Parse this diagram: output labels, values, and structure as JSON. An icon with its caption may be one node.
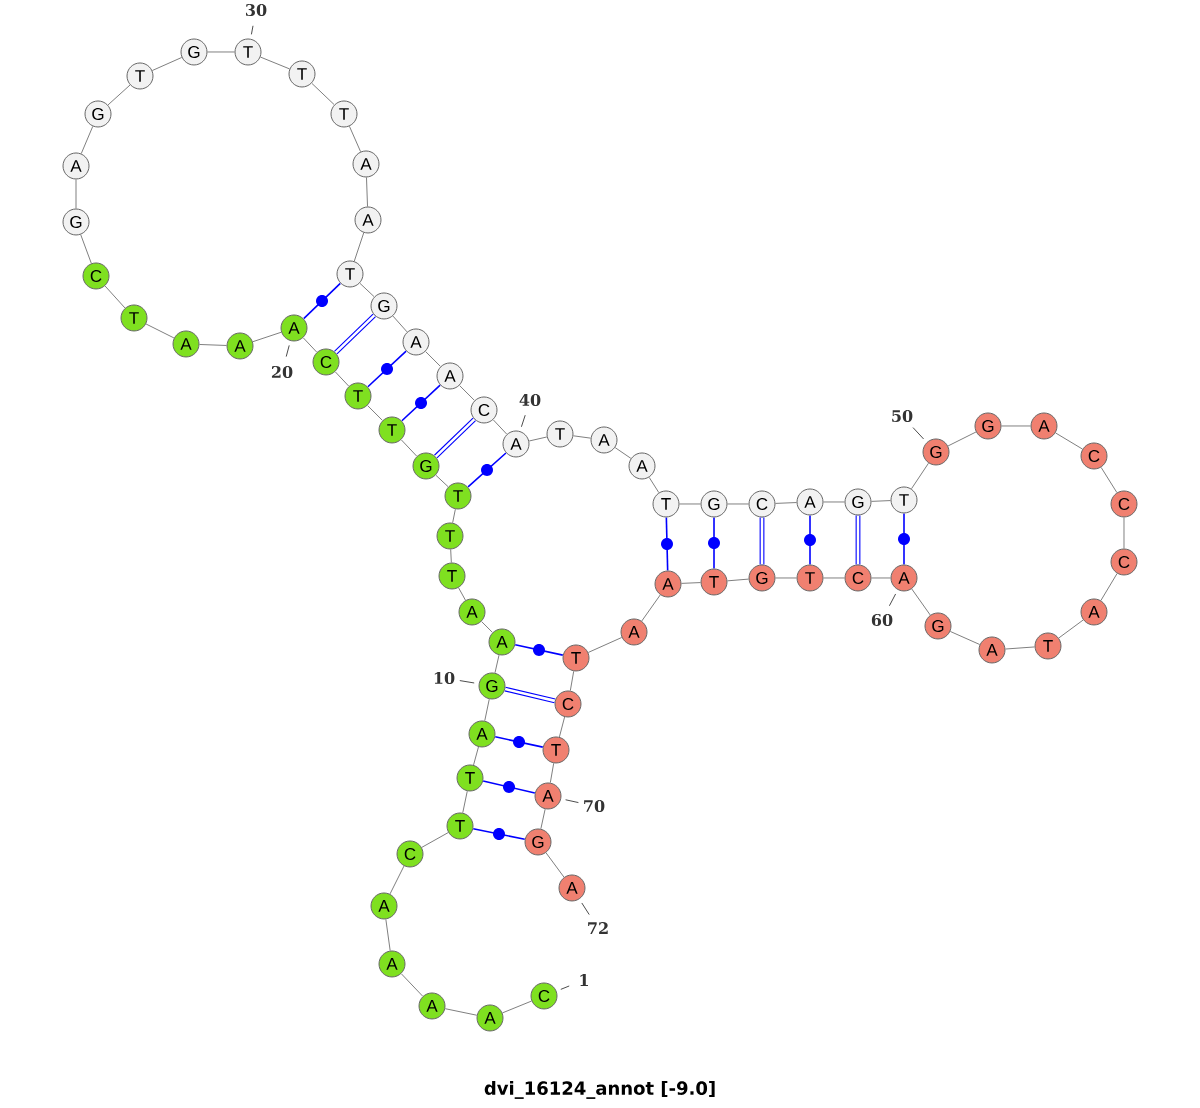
{
  "diagram": {
    "title": "dvi_16124_annot [-9.0]",
    "nodes": [
      {
        "text": [
          "C"
        ],
        "beside": [
          "1"
        ]
      },
      {
        "text": [
          "A"
        ]
      },
      {
        "text": [
          "A"
        ]
      },
      {
        "text": [
          "A"
        ]
      },
      {
        "text": [
          "A"
        ]
      },
      {
        "text": [
          "C"
        ]
      },
      {
        "text": [
          "T"
        ]
      },
      {
        "text": [
          "T"
        ]
      },
      {
        "text": [
          "A"
        ]
      },
      {
        "text": [
          "G"
        ],
        "beside": [
          "10"
        ]
      },
      {
        "text": [
          "A"
        ]
      },
      {
        "text": [
          "A"
        ]
      },
      {
        "text": [
          "T"
        ]
      },
      {
        "text": [
          "T"
        ]
      },
      {
        "text": [
          "T"
        ]
      },
      {
        "text": [
          "G"
        ]
      },
      {
        "text": [
          "T"
        ]
      },
      {
        "text": [
          "T"
        ]
      },
      {
        "text": [
          "C"
        ]
      },
      {
        "text": [
          "A"
        ],
        "beside": [
          "20"
        ]
      },
      {
        "text": [
          "A"
        ]
      },
      {
        "text": [
          "A"
        ]
      },
      {
        "text": [
          "T"
        ]
      },
      {
        "text": [
          "C"
        ]
      },
      {
        "text": [
          "G"
        ]
      },
      {
        "text": [
          "A"
        ]
      },
      {
        "text": [
          "G"
        ]
      },
      {
        "text": [
          "T"
        ]
      },
      {
        "text": [
          "G"
        ]
      },
      {
        "text": [
          "T"
        ],
        "beside": [
          "30"
        ]
      },
      {
        "text": [
          "T"
        ]
      },
      {
        "text": [
          "T"
        ]
      },
      {
        "text": [
          "A"
        ]
      },
      {
        "text": [
          "A"
        ]
      },
      {
        "text": [
          "T"
        ]
      },
      {
        "text": [
          "G"
        ]
      },
      {
        "text": [
          "A"
        ]
      },
      {
        "text": [
          "A"
        ]
      },
      {
        "text": [
          "C"
        ]
      },
      {
        "text": [
          "A"
        ],
        "beside": [
          "40"
        ]
      },
      {
        "text": [
          "T"
        ]
      },
      {
        "text": [
          "A"
        ]
      },
      {
        "text": [
          "A"
        ]
      },
      {
        "text": [
          "T"
        ]
      },
      {
        "text": [
          "G"
        ]
      },
      {
        "text": [
          "C"
        ]
      },
      {
        "text": [
          "A"
        ]
      },
      {
        "text": [
          "G"
        ]
      },
      {
        "text": [
          "T"
        ]
      },
      {
        "text": [
          "G"
        ],
        "beside": [
          "50"
        ]
      },
      {
        "text": [
          "G"
        ]
      },
      {
        "text": [
          "A"
        ]
      },
      {
        "text": [
          "C"
        ]
      },
      {
        "text": [
          "C"
        ]
      },
      {
        "text": [
          "C"
        ]
      },
      {
        "text": [
          "A"
        ]
      },
      {
        "text": [
          "T"
        ]
      },
      {
        "text": [
          "A"
        ]
      },
      {
        "text": [
          "G"
        ]
      },
      {
        "text": [
          "A"
        ],
        "beside": [
          "60"
        ]
      },
      {
        "text": [
          "C"
        ]
      },
      {
        "text": [
          "T"
        ]
      },
      {
        "text": [
          "G"
        ]
      },
      {
        "text": [
          "T"
        ]
      },
      {
        "text": [
          "A"
        ]
      },
      {
        "text": [
          "A"
        ]
      },
      {
        "text": [
          "T"
        ]
      },
      {
        "text": [
          "C"
        ]
      },
      {
        "text": [
          "T"
        ]
      },
      {
        "text": [
          "A"
        ],
        "beside": [
          "70"
        ]
      },
      {
        "text": [
          "G"
        ]
      },
      {
        "text": [
          "A"
        ],
        "beside": [
          "72"
        ]
      }
    ],
    "edges": [
      {
        "from": 0,
        "to": 1,
        "arrow": "none"
      },
      {
        "from": 1,
        "to": 2,
        "arrow": "none"
      },
      {
        "from": 2,
        "to": 3,
        "arrow": "none"
      },
      {
        "from": 3,
        "to": 4,
        "arrow": "none"
      },
      {
        "from": 4,
        "to": 5,
        "arrow": "none"
      },
      {
        "from": 5,
        "to": 6,
        "arrow": "none"
      },
      {
        "from": 6,
        "to": 7,
        "arrow": "none"
      },
      {
        "from": 7,
        "to": 8,
        "arrow": "none"
      },
      {
        "from": 8,
        "to": 9,
        "arrow": "none"
      },
      {
        "from": 9,
        "to": 10,
        "arrow": "none"
      },
      {
        "from": 10,
        "to": 11,
        "arrow": "none"
      },
      {
        "from": 11,
        "to": 12,
        "arrow": "none"
      },
      {
        "from": 12,
        "to": 13,
        "arrow": "none"
      },
      {
        "from": 13,
        "to": 14,
        "arrow": "none"
      },
      {
        "from": 14,
        "to": 15,
        "arrow": "none"
      },
      {
        "from": 15,
        "to": 16,
        "arrow": "none"
      },
      {
        "from": 16,
        "to": 17,
        "arrow": "none"
      },
      {
        "from": 17,
        "to": 18,
        "arrow": "none"
      },
      {
        "from": 18,
        "to": 19,
        "arrow": "none"
      },
      {
        "from": 19,
        "to": 20,
        "arrow": "none"
      },
      {
        "from": 20,
        "to": 21,
        "arrow": "none"
      },
      {
        "from": 21,
        "to": 22,
        "arrow": "none"
      },
      {
        "from": 22,
        "to": 23,
        "arrow": "none"
      },
      {
        "from": 23,
        "to": 24,
        "arrow": "none"
      },
      {
        "from": 24,
        "to": 25,
        "arrow": "none"
      },
      {
        "from": 25,
        "to": 26,
        "arrow": "none"
      },
      {
        "from": 26,
        "to": 27,
        "arrow": "none"
      },
      {
        "from": 27,
        "to": 28,
        "arrow": "none"
      },
      {
        "from": 28,
        "to": 29,
        "arrow": "none"
      },
      {
        "from": 29,
        "to": 30,
        "arrow": "none"
      },
      {
        "from": 30,
        "to": 31,
        "arrow": "none"
      },
      {
        "from": 31,
        "to": 32,
        "arrow": "none"
      },
      {
        "from": 32,
        "to": 33,
        "arrow": "none"
      },
      {
        "from": 33,
        "to": 34,
        "arrow": "none"
      },
      {
        "from": 34,
        "to": 35,
        "arrow": "none"
      },
      {
        "from": 35,
        "to": 36,
        "arrow": "none"
      },
      {
        "from": 36,
        "to": 37,
        "arrow": "none"
      },
      {
        "from": 37,
        "to": 38,
        "arrow": "none"
      },
      {
        "from": 38,
        "to": 39,
        "arrow": "none"
      },
      {
        "from": 39,
        "to": 40,
        "arrow": "none"
      },
      {
        "from": 40,
        "to": 41,
        "arrow": "none"
      },
      {
        "from": 41,
        "to": 42,
        "arrow": "none"
      },
      {
        "from": 42,
        "to": 43,
        "arrow": "none"
      },
      {
        "from": 43,
        "to": 44,
        "arrow": "none"
      },
      {
        "from": 44,
        "to": 45,
        "arrow": "none"
      },
      {
        "from": 45,
        "to": 46,
        "arrow": "none"
      },
      {
        "from": 46,
        "to": 47,
        "arrow": "none"
      },
      {
        "from": 47,
        "to": 48,
        "arrow": "none"
      },
      {
        "from": 48,
        "to": 49,
        "arrow": "none"
      },
      {
        "from": 49,
        "to": 50,
        "arrow": "none"
      },
      {
        "from": 50,
        "to": 51,
        "arrow": "none"
      },
      {
        "from": 51,
        "to": 52,
        "arrow": "none"
      },
      {
        "from": 52,
        "to": 53,
        "arrow": "none"
      },
      {
        "from": 53,
        "to": 54,
        "arrow": "none"
      },
      {
        "from": 54,
        "to": 55,
        "arrow": "none"
      },
      {
        "from": 55,
        "to": 56,
        "arrow": "none"
      },
      {
        "from": 56,
        "to": 57,
        "arrow": "none"
      },
      {
        "from": 57,
        "to": 58,
        "arrow": "none"
      },
      {
        "from": 58,
        "to": 59,
        "arrow": "none"
      },
      {
        "from": 59,
        "to": 60,
        "arrow": "none"
      },
      {
        "from": 60,
        "to": 61,
        "arrow": "none"
      },
      {
        "from": 61,
        "to": 62,
        "arrow": "none"
      },
      {
        "from": 62,
        "to": 63,
        "arrow": "none"
      },
      {
        "from": 63,
        "to": 64,
        "arrow": "none"
      },
      {
        "from": 64,
        "to": 65,
        "arrow": "none"
      },
      {
        "from": 65,
        "to": 66,
        "arrow": "none"
      },
      {
        "from": 66,
        "to": 67,
        "arrow": "none"
      },
      {
        "from": 67,
        "to": 68,
        "arrow": "none"
      },
      {
        "from": 68,
        "to": 69,
        "arrow": "none"
      },
      {
        "from": 69,
        "to": 70,
        "arrow": "none"
      },
      {
        "from": 70,
        "to": 71,
        "arrow": "none"
      },
      {
        "from": 19,
        "to": 34,
        "arrow": "none",
        "color": "#0000ff"
      },
      {
        "from": 18,
        "to": 35,
        "arrow": "none",
        "color": "#0000ff",
        "style": "thick"
      },
      {
        "from": 17,
        "to": 36,
        "arrow": "none",
        "color": "#0000ff"
      },
      {
        "from": 16,
        "to": 37,
        "arrow": "none",
        "color": "#0000ff"
      },
      {
        "from": 15,
        "to": 38,
        "arrow": "none",
        "color": "#0000ff",
        "style": "thick"
      },
      {
        "from": 14,
        "to": 39,
        "arrow": "none",
        "color": "#0000ff"
      },
      {
        "from": 43,
        "to": 64,
        "arrow": "none",
        "color": "#0000ff"
      },
      {
        "from": 44,
        "to": 63,
        "arrow": "none",
        "color": "#0000ff"
      },
      {
        "from": 45,
        "to": 62,
        "arrow": "none",
        "color": "#0000ff",
        "style": "thick"
      },
      {
        "from": 46,
        "to": 61,
        "arrow": "none",
        "color": "#0000ff"
      },
      {
        "from": 47,
        "to": 60,
        "arrow": "none",
        "color": "#0000ff",
        "style": "thick"
      },
      {
        "from": 48,
        "to": 59,
        "arrow": "none",
        "color": "#0000ff"
      },
      {
        "from": 10,
        "to": 66,
        "arrow": "none",
        "color": "#0000ff"
      },
      {
        "from": 9,
        "to": 67,
        "arrow": "none",
        "color": "#0000ff",
        "style": "thick"
      },
      {
        "from": 8,
        "to": 68,
        "arrow": "none",
        "color": "#0000ff"
      },
      {
        "from": 7,
        "to": 69,
        "arrow": "none",
        "color": "#0000ff"
      },
      {
        "from": 6,
        "to": 70,
        "arrow": "none",
        "color": "#0000ff"
      }
    ]
  }
}
